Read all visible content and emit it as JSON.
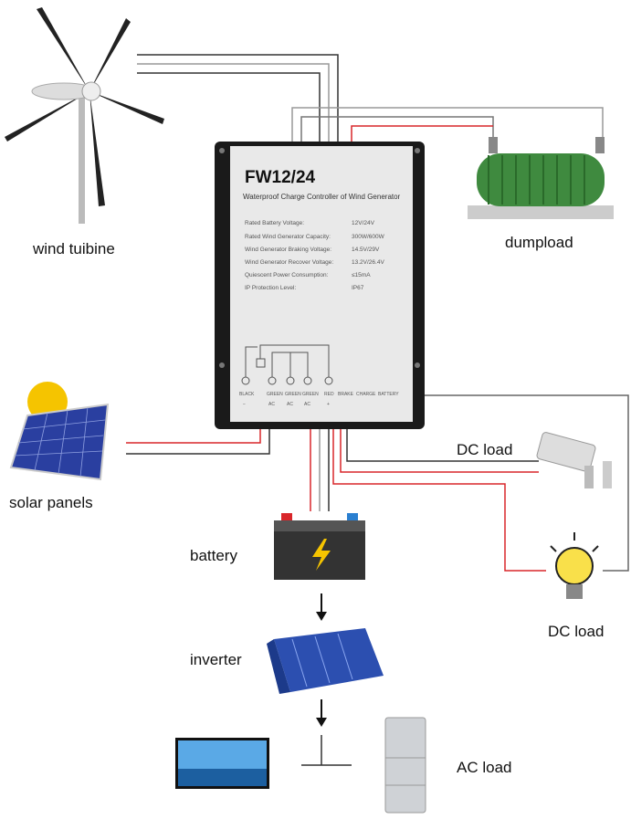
{
  "controller": {
    "model": "FW12/24",
    "subtitle": "Waterproof Charge Controller of Wind Generator",
    "specs": [
      {
        "label": "Rated Battery Voltage:",
        "value": "12V/24V"
      },
      {
        "label": "Rated Wind Generator Capacity:",
        "value": "300W/600W"
      },
      {
        "label": "Wind Generator Braking Voltage:",
        "value": "14.5V/29V"
      },
      {
        "label": "Wind Generator Recover Voltage:",
        "value": "13.2V/26.4V"
      },
      {
        "label": "Quiescent Power Consumption:",
        "value": "≤15mA"
      },
      {
        "label": "IP Protection Level:",
        "value": "IP67"
      }
    ],
    "terminals": [
      {
        "name": "BLACK",
        "sign": "−"
      },
      {
        "name": "GREEN",
        "sign": "AC"
      },
      {
        "name": "GREEN",
        "sign": "AC"
      },
      {
        "name": "GREEN",
        "sign": "AC"
      },
      {
        "name": "RED",
        "sign": "+"
      },
      {
        "name": "BRAKE",
        "sign": ""
      },
      {
        "name": "CHARGE",
        "sign": ""
      },
      {
        "name": "BATTERY",
        "sign": ""
      }
    ]
  },
  "labels": {
    "wind_turbine": "wind tuibine",
    "dumpload": "dumpload",
    "solar_panels": "solar panels",
    "dc_load_1": "DC load",
    "dc_load_2": "DC load",
    "battery": "battery",
    "inverter": "inverter",
    "ac_load": "AC load"
  },
  "colors": {
    "wire_red": "#d9262a",
    "wire_black": "#333333",
    "wire_gray": "#999999",
    "inverter_blue": "#2c4fb0"
  }
}
